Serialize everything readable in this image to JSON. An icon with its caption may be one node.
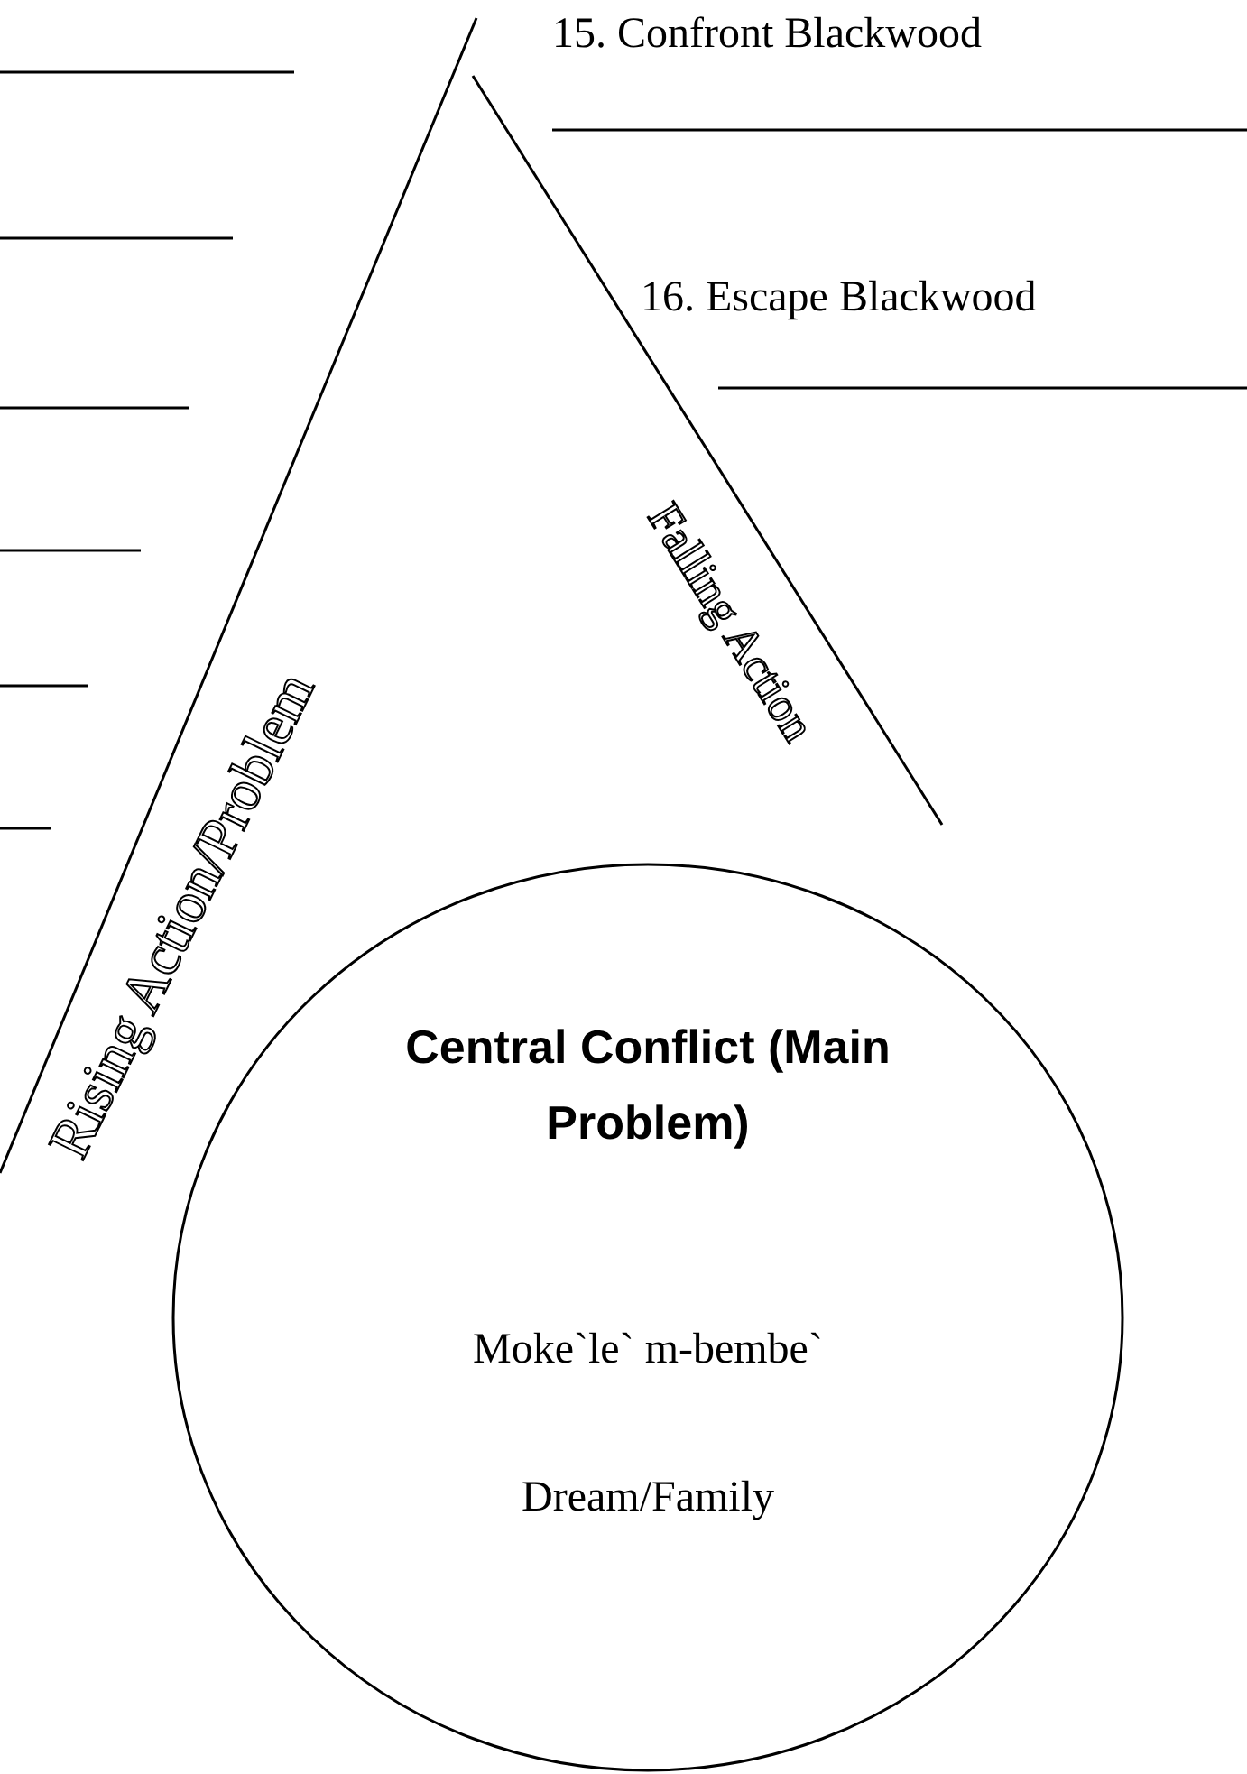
{
  "diagram": {
    "nodes": [
      {
        "text": [
          "Central Conflict (Main Problem)",
          "Moke`le` m-bembe`",
          "Dream/Family"
        ]
      }
    ],
    "edges": [],
    "labels": [
      "15. Confront Blackwood",
      "16. Escape Blackwood",
      "Falling Action",
      "Rising Action/Problem"
    ]
  }
}
